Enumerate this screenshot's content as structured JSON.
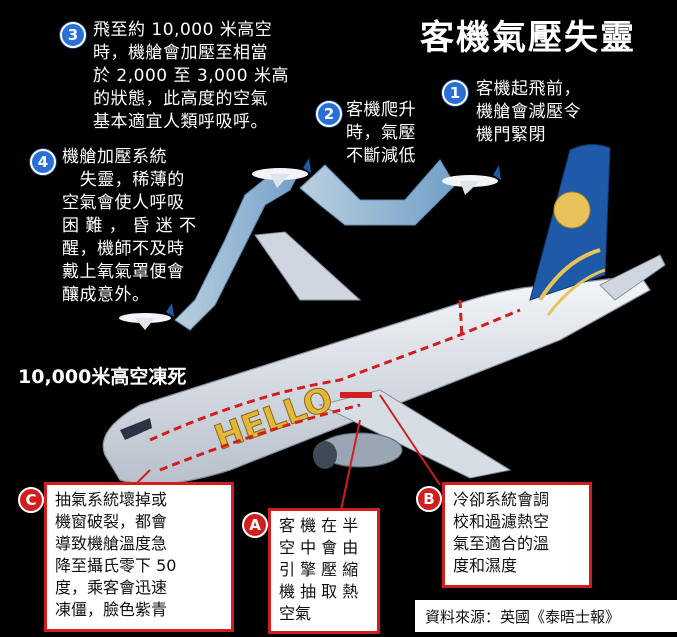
{
  "title": "客機氣壓失靈",
  "steps": [
    {
      "num": "1",
      "text": "客機起飛前，\n機艙會減壓令\n機門緊閉"
    },
    {
      "num": "2",
      "text": "客機爬升\n時，氣壓\n不斷減低"
    },
    {
      "num": "3",
      "text": "飛至約 10,000 米高空\n時，機艙會加壓至相當\n於 2,000 至 3,000 米高\n的狀態，此高度的空氣\n基本適宜人類呼吸呼。"
    },
    {
      "num": "4",
      "text": "機艙加壓系統\n   失靈，稀薄的\n空氣會使人呼吸\n困 難 ， 昏 迷 不\n醒，機師不及時\n戴上氧氣罩便會\n釀成意外。"
    }
  ],
  "freeze_label": "10,000米高空凍死",
  "callouts": [
    {
      "letter": "A",
      "text": "客 機 在 半\n空 中 會 由\n引 擎 壓 縮\n機 抽 取 熱\n空氣"
    },
    {
      "letter": "B",
      "text": "冷卻系統會調\n校和過濾熱空\n氣至適合的溫\n度和濕度"
    },
    {
      "letter": "C",
      "text": "抽氣系統壞掉或\n機窗破裂，都會\n導致機艙溫度急\n降至攝氏零下 50\n度，乘客會迅速\n凍僵，臉色紫青"
    }
  ],
  "source": "資料來源：英國《泰晤士報》",
  "colors": {
    "background": "#000000",
    "step_badge": "#2a6fd6",
    "callout_badge": "#d11f1f",
    "flight_arrow": "#9ec8e8",
    "fuselage": "#e9edf2",
    "tail": "#1f5aa8"
  }
}
